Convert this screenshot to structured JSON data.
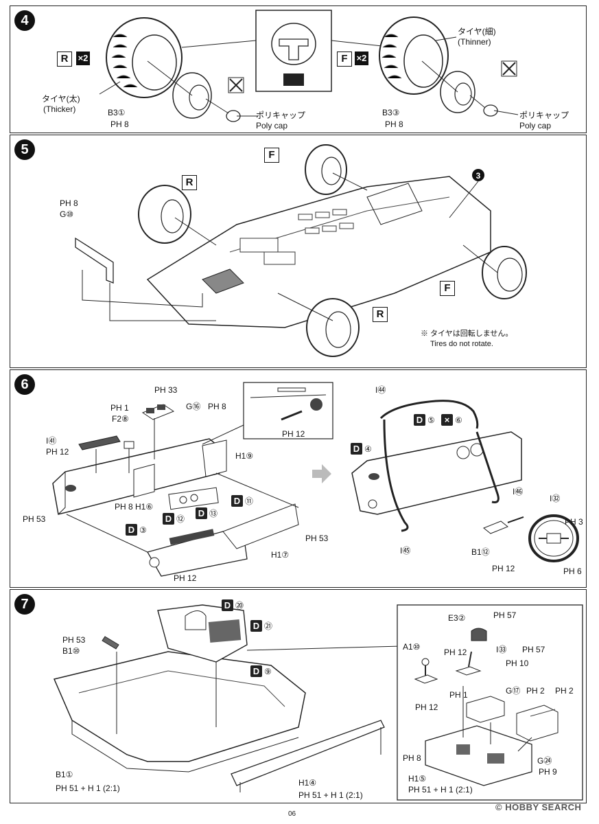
{
  "step4": {
    "number": "4",
    "rear_tag": "R",
    "front_tag": "F",
    "multiplier": "×2",
    "tire_thick_jp": "タイヤ(太)",
    "tire_thick_en": "(Thicker)",
    "tire_thin_jp": "タイヤ(細)",
    "tire_thin_en": "(Thinner)",
    "wheel_part_left": "B3①",
    "wheel_part_right": "B3③",
    "ph_left": "PH 8",
    "ph_right": "PH 8",
    "polycap_jp": "ポリキャップ",
    "polycap_en": "Poly cap"
  },
  "step5": {
    "number": "5",
    "tags": [
      "F",
      "R",
      "F",
      "R"
    ],
    "ref": "3",
    "ph": "PH 8",
    "part": "G⑩",
    "note_jp": "※ タイヤは回転しません。",
    "note_en": "Tires do not rotate."
  },
  "step6": {
    "number": "6",
    "labels": {
      "ph33": "PH 33",
      "ph1": "PH 1",
      "f2": "F2⑧",
      "g16": "G⑯",
      "ph8a": "PH 8",
      "i41": "I㊶",
      "ph12a": "PH 12",
      "h1_9": "H1⑨",
      "ph53a": "PH 53",
      "ph8b": "PH 8",
      "h1_6": "H1⑥",
      "d11": "⑪",
      "d12": "⑫",
      "d13": "⑬",
      "d3": "③",
      "ph53b": "PH 53",
      "h1_7": "H1⑦",
      "ph12b": "PH 12",
      "inset_ph12": "PH 12",
      "i44": "I㊹",
      "d5": "⑤",
      "d6": "⑥",
      "d4": "④",
      "i46": "I㊻",
      "i32": "I㉜",
      "ph3": "PH 3",
      "i45": "I㊺",
      "b1_12": "B1⑫",
      "ph12c": "PH 12",
      "ph6": "PH 6"
    }
  },
  "step7": {
    "number": "7",
    "labels": {
      "d20": "⑳",
      "d21": "㉑",
      "d9": "⑨",
      "ph53": "PH 53",
      "b1_10": "B1⑩",
      "b1_1": "B1①",
      "ratio_left": "PH 51 + H 1 (2:1)",
      "h1_4": "H1④",
      "ratio_mid": "PH 51 + H 1 (2:1)",
      "e3_2": "E3②",
      "ph57a": "PH 57",
      "a1_10": "A1⑩",
      "ph12a": "PH 12",
      "i33": "I㉝",
      "ph57b": "PH 57",
      "ph10": "PH 10",
      "ph1": "PH 1",
      "g17": "G⑰",
      "ph2a": "PH 2",
      "ph2b": "PH 2",
      "ph12b": "PH 12",
      "ph8": "PH 8",
      "g24": "G㉔",
      "ph9": "PH 9",
      "h1_5": "H1⑤",
      "ratio_right": "PH 51 + H 1 (2:1)"
    }
  },
  "footer": {
    "page": "06",
    "watermark": "© HOBBY SEARCH"
  }
}
